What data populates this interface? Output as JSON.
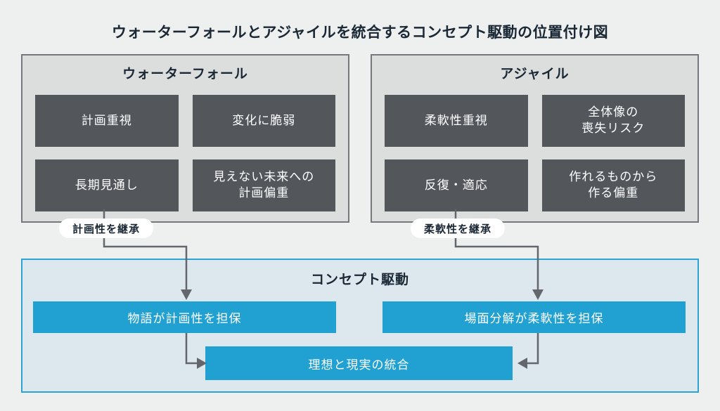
{
  "title": "ウォーターフォールとアジャイルを統合するコンセプト駆動の位置付け図",
  "waterfall": {
    "title": "ウォーターフォール",
    "cells": [
      "計画重視",
      "変化に脆弱",
      "長期見通し",
      "見えない未来への\n計画偏重"
    ],
    "pill": "計画性を継承"
  },
  "agile": {
    "title": "アジャイル",
    "cells": [
      "柔軟性重視",
      "全体像の\n喪失リスク",
      "反復・適応",
      "作れるものから\n作る偏重"
    ],
    "pill": "柔軟性を継承"
  },
  "concept": {
    "title": "コンセプト駆動",
    "left_box": "物語が計画性を担保",
    "right_box": "場面分解が柔軟性を担保",
    "bottom_box": "理想と現実の統合"
  },
  "colors": {
    "page_bg": "#eef0ef",
    "panel_bg": "#dcdedd",
    "panel_border": "#75797d",
    "cell_bg": "#53575c",
    "cell_text": "#ffffff",
    "heading_text": "#1a2734",
    "accent_blue": "#21a0d2",
    "concept_bg": "#dce7ee",
    "concept_border": "#2da2d4",
    "arrow": "#63676b",
    "pill_bg": "#ffffff"
  }
}
